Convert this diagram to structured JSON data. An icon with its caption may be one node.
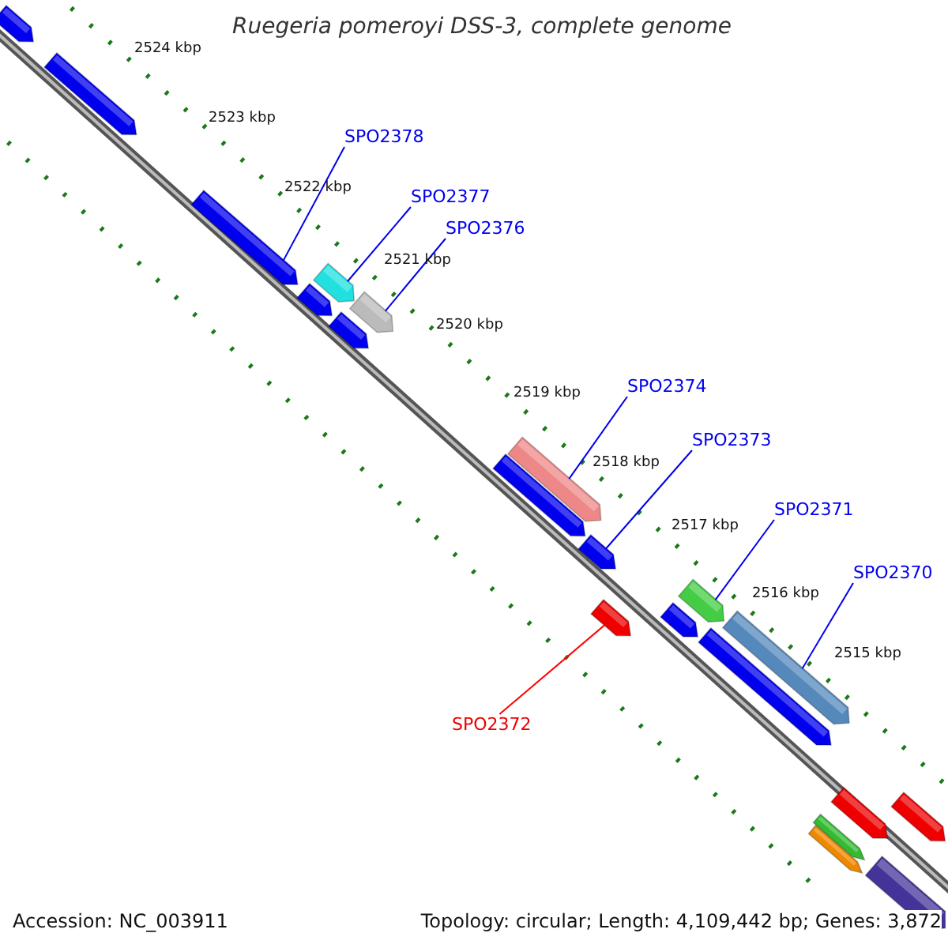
{
  "diagram": {
    "title": "Ruegeria pomeroyi DSS-3, complete genome",
    "nodes": [
      {
        "text": [],
        "shape": "bar"
      },
      {
        "text": [],
        "shape": "bar"
      },
      {
        "text": [
          "SPO2378"
        ]
      },
      {
        "text": [],
        "shape": "bar"
      },
      {
        "text": [
          "SPO2377"
        ]
      },
      {
        "text": [
          "SPO2376"
        ]
      },
      {
        "text": [],
        "shape": "bar"
      },
      {
        "text": [],
        "shape": "bar"
      },
      {
        "text": [],
        "shape": "bar"
      },
      {
        "text": [],
        "shape": "bar"
      },
      {
        "text": [
          "SPO2374"
        ]
      },
      {
        "text": [
          "SPO2373"
        ]
      },
      {
        "text": [],
        "shape": "bar"
      },
      {
        "text": [],
        "shape": "bar"
      },
      {
        "text": [
          "SPO2371"
        ]
      },
      {
        "text": [],
        "shape": "bar"
      },
      {
        "text": [
          "SPO2370"
        ]
      },
      {
        "text": [],
        "shape": "bar"
      },
      {
        "text": [],
        "shape": "bar"
      },
      {
        "text": [],
        "shape": "bar"
      },
      {
        "text": [],
        "shape": "bar"
      },
      {
        "text": [],
        "shape": "bar"
      },
      {
        "text": [
          "SPO2372"
        ]
      },
      {
        "text": [],
        "shape": "bar"
      },
      {
        "text": [],
        "shape": "bar"
      },
      {
        "text": [],
        "shape": "bar"
      },
      {
        "text": [],
        "shape": "bar"
      },
      {
        "text": [],
        "shape": "bar"
      }
    ],
    "edges": [
      {
        "from": 2,
        "to": 3,
        "arrow": "none"
      },
      {
        "from": 4,
        "to": 6,
        "arrow": "none"
      },
      {
        "from": 5,
        "to": 8,
        "arrow": "none"
      },
      {
        "from": 10,
        "to": 12,
        "arrow": "none"
      },
      {
        "from": 11,
        "to": 15,
        "arrow": "none"
      },
      {
        "from": 14,
        "to": 17,
        "arrow": "none"
      },
      {
        "from": 16,
        "to": 20,
        "arrow": "none"
      },
      {
        "from": 22,
        "to": 18,
        "arrow": "none",
        "color": "#ff0000"
      }
    ],
    "labels": [
      "2524 kbp",
      "2523 kbp",
      "2522 kbp",
      "2521 kbp",
      "2520 kbp",
      "2519 kbp",
      "2518 kbp",
      "2517 kbp",
      "2516 kbp",
      "2515 kbp",
      "Accession: NC_003911",
      "Topology: circular; Length: 4,109,442 bp; Genes: 3,872"
    ]
  }
}
